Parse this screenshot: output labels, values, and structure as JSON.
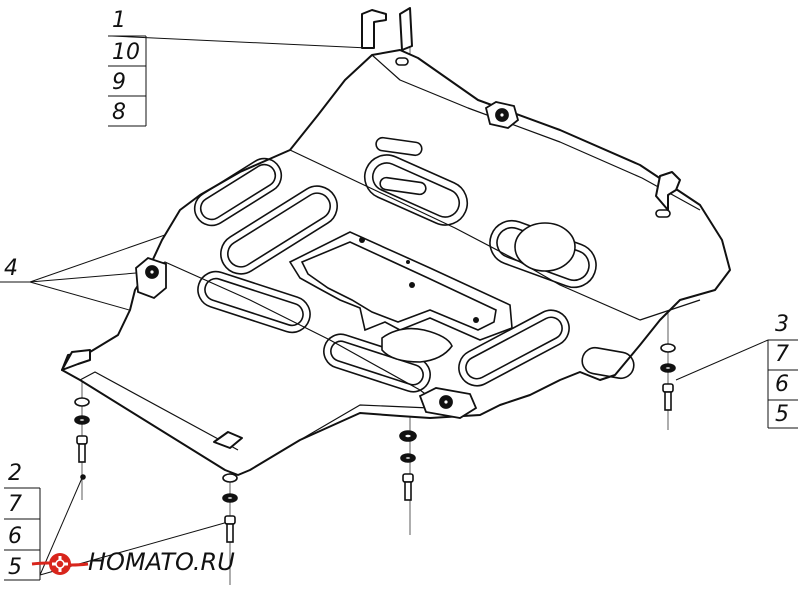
{
  "diagram": {
    "callouts": {
      "top": [
        "1",
        "10",
        "9",
        "8"
      ],
      "left": [
        "4"
      ],
      "right": [
        "3",
        "7",
        "6",
        "5"
      ],
      "bottom_left": [
        "2",
        "7",
        "6",
        "5"
      ]
    }
  },
  "logo": {
    "text": "HOMATO.RU",
    "accent_color": "#d8251c"
  }
}
